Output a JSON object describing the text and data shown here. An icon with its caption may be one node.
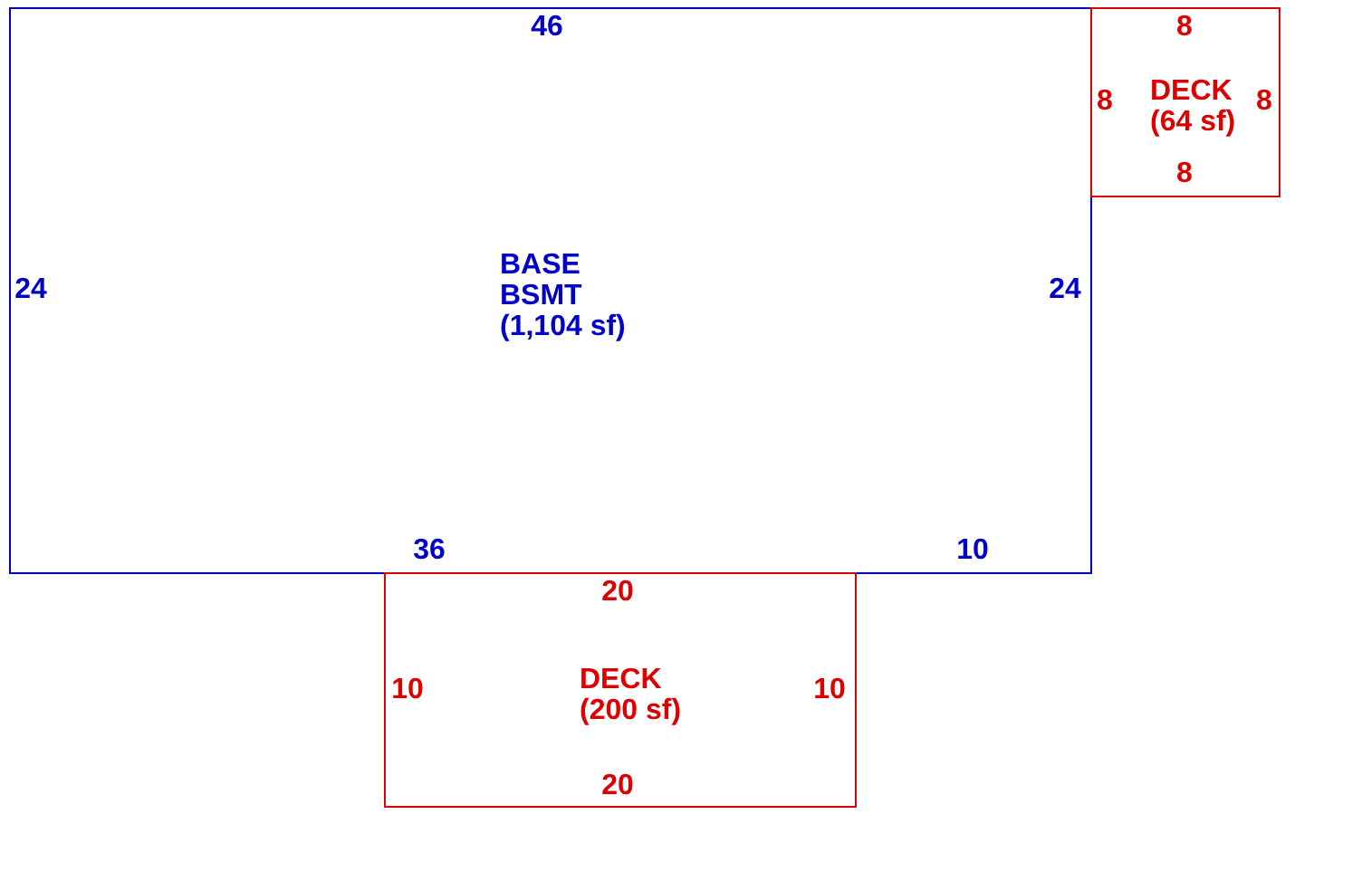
{
  "diagram": {
    "nodes": [
      {
        "text": [
          "BASE BSMT (1,104 sf)"
        ]
      },
      {
        "text": [
          "DECK (64 sf)"
        ]
      },
      {
        "text": [
          "DECK (200 sf)"
        ]
      }
    ],
    "labels": [
      "46",
      "8",
      "8",
      "8",
      "8",
      "24",
      "24",
      "36",
      "10",
      "20",
      "10",
      "10",
      "20"
    ]
  }
}
